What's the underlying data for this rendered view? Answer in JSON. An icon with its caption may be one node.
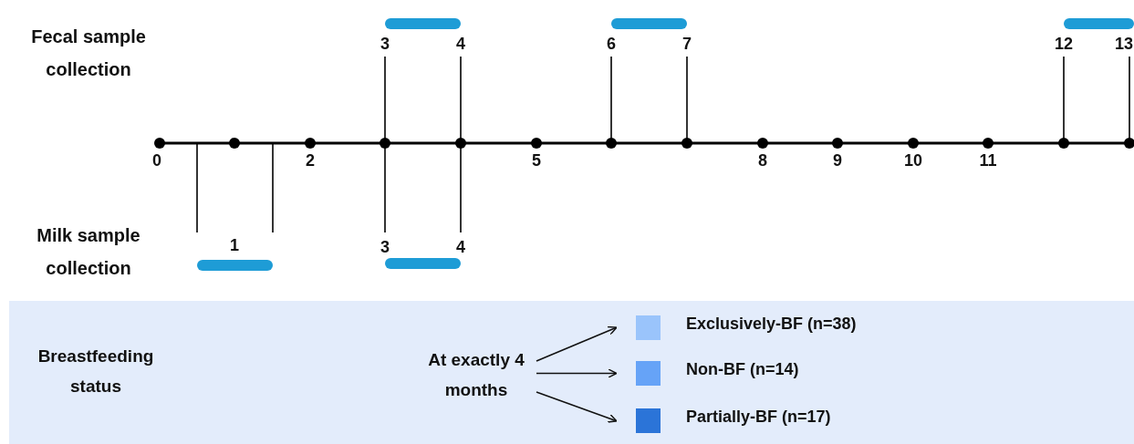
{
  "diagram": {
    "nodes": [
      {
        "text": [
          "Breastfeeding status"
        ]
      },
      {
        "text": [
          "At exactly 4 months"
        ],
        "in": 0
      },
      {
        "text": [],
        "shape": "box",
        "in": 0,
        "beside": [
          "Exclusively-BF (n=38)"
        ]
      },
      {
        "text": [],
        "shape": "box",
        "in": 0,
        "beside": [
          "Non-BF (n=14)"
        ]
      },
      {
        "text": [],
        "shape": "box",
        "in": 0,
        "beside": [
          "Partially-BF (n=17)"
        ]
      }
    ],
    "edges": [
      {
        "from": 1,
        "to": 2,
        "arrow": "to"
      },
      {
        "from": 1,
        "to": 3,
        "arrow": "to"
      },
      {
        "from": 1,
        "to": 4,
        "arrow": "to"
      }
    ],
    "labels": [
      "Fecal sample collection",
      "3",
      "4",
      "6",
      "7",
      "12",
      "13",
      "0",
      "2",
      "5",
      "8",
      "9",
      "10",
      "11",
      "Milk sample collection",
      "1",
      "3",
      "4"
    ]
  }
}
